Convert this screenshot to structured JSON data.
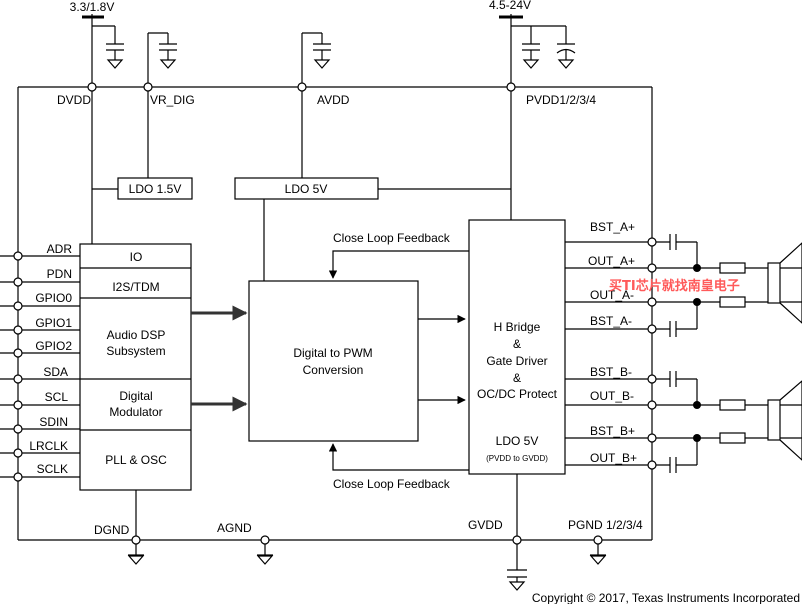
{
  "supplies": {
    "logic": "3.3/1.8V",
    "power": "4.5-24V"
  },
  "rails": {
    "dvdd": "DVDD",
    "vr_dig": "VR_DIG",
    "avdd": "AVDD",
    "pvdd": "PVDD1/2/3/4"
  },
  "blocks": {
    "ldo15": "LDO 1.5V",
    "ldo5": "LDO 5V",
    "io": "IO",
    "i2s": "I2S/TDM",
    "dsp": [
      "Audio DSP",
      "Subsystem"
    ],
    "modulator": [
      "Digital",
      "Modulator"
    ],
    "pll": "PLL & OSC",
    "pwm": [
      "Digital to PWM",
      "Conversion"
    ],
    "hbridge": [
      "H Bridge",
      "&",
      "Gate Driver",
      "&",
      "OC/DC Protect"
    ],
    "ldo_out": "LDO 5V",
    "ldo_out_sub": "(PVDD to GVDD)"
  },
  "feedback": {
    "top": "Close Loop Feedback",
    "bottom": "Close Loop Feedback"
  },
  "pins_left": [
    "ADR",
    "PDN",
    "GPIO0",
    "GPIO1",
    "GPIO2",
    "SDA",
    "SCL",
    "SDIN",
    "LRCLK",
    "SCLK"
  ],
  "pins_right": [
    "BST_A+",
    "OUT_A+",
    "OUT_A-",
    "BST_A-",
    "BST_B-",
    "OUT_B-",
    "BST_B+",
    "OUT_B+"
  ],
  "grounds": {
    "dgnd": "DGND",
    "agnd": "AGND",
    "gvdd": "GVDD",
    "pgnd": "PGND 1/2/3/4"
  },
  "watermark": "买TI芯片就找南皇电子",
  "copyright": "Copyright © 2017, Texas Instruments Incorporated"
}
